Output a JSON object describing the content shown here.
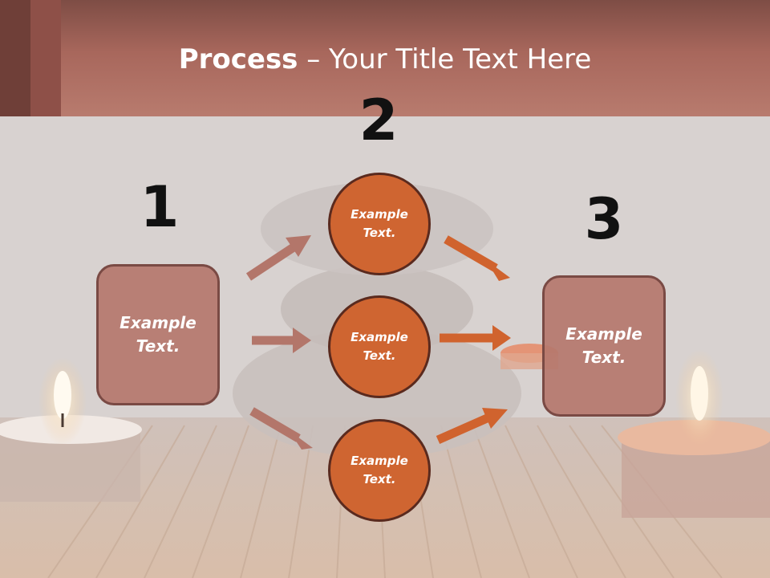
{
  "slide": {
    "title_bold": "Process",
    "title_rest": " – Your Title Text Here"
  },
  "steps": [
    {
      "number": "1",
      "text": "Example\nText."
    },
    {
      "number": "2"
    },
    {
      "number": "3",
      "text": "Example\nText."
    }
  ],
  "circles": [
    {
      "text": "Example\nText."
    },
    {
      "text": "Example\nText."
    },
    {
      "text": "Example\nText."
    }
  ],
  "colors": {
    "header": "#a8675c",
    "box_fill": "#b5776c",
    "circle_fill": "#cf6531",
    "arrow_left": "#b3766a",
    "arrow_right": "#d0632e"
  }
}
